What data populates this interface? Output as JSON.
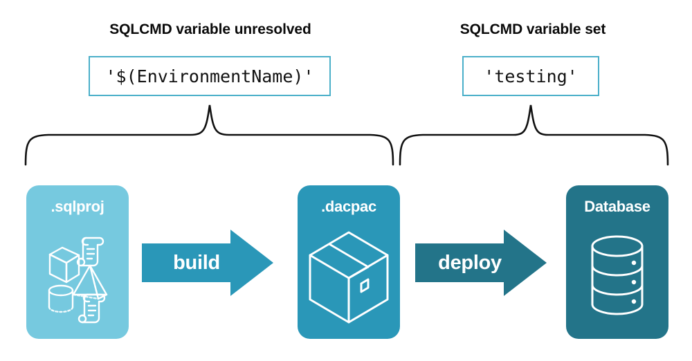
{
  "diagram": {
    "sections": [
      {
        "id": "left",
        "title": "SQLCMD variable unresolved",
        "value": "'$(EnvironmentName)'"
      },
      {
        "id": "right",
        "title": "SQLCMD variable set",
        "value": "'testing'"
      }
    ],
    "nodes": [
      {
        "id": "sqlproj",
        "label": ".sqlproj",
        "color": "#76c9df",
        "icons": [
          "cube-icon",
          "script-scroll-icon",
          "pyramid-icon",
          "cylinder-icon",
          "script-scroll-icon"
        ]
      },
      {
        "id": "dacpac",
        "label": ".dacpac",
        "color": "#2a97b8",
        "icons": [
          "package-box-icon"
        ]
      },
      {
        "id": "database",
        "label": "Database",
        "color": "#237489",
        "icons": [
          "database-cylinder-icon"
        ]
      }
    ],
    "arrows": [
      {
        "id": "build",
        "label": "build",
        "color": "#2a97b8"
      },
      {
        "id": "deploy",
        "label": "deploy",
        "color": "#237489"
      }
    ],
    "brace_color": "#111111",
    "code_border_color": "#4aafc9",
    "background": "#ffffff"
  }
}
